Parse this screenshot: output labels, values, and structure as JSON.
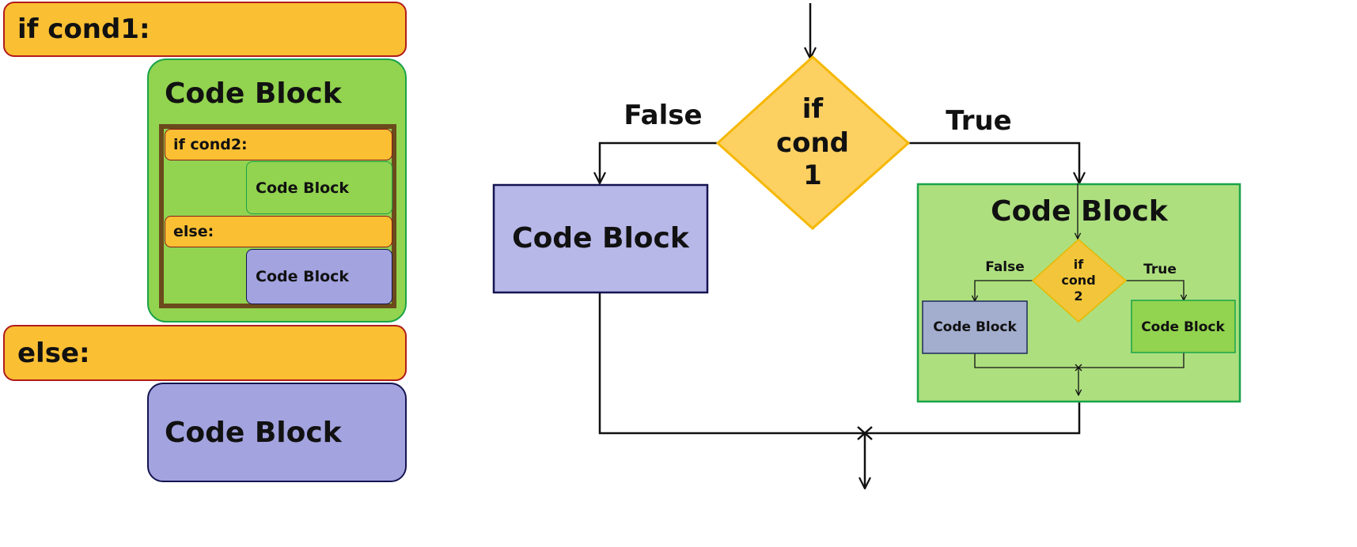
{
  "code": {
    "if1": "if cond1:",
    "block_outer": "Code Block",
    "if2": "if cond2:",
    "block_inner_true": "Code Block",
    "else_inner": "else:",
    "block_inner_false": "Code Block",
    "else_outer": "else:",
    "block_else": "Code Block"
  },
  "flowchart": {
    "cond1": [
      "if",
      "cond",
      "1"
    ],
    "false_label": "False",
    "true_label": "True",
    "false_block": "Code Block",
    "true_block": "Code Block",
    "cond2": [
      "if",
      "cond",
      "2"
    ],
    "inner_false_label": "False",
    "inner_true_label": "True",
    "inner_false_block": "Code Block",
    "inner_true_block": "Code Block"
  },
  "colors": {
    "condition": "#fbbf33",
    "diamond": "#fdd062",
    "green_block": "#92d34f",
    "purple_block": "#a3a3e0",
    "frame": "#6b4a1c"
  }
}
